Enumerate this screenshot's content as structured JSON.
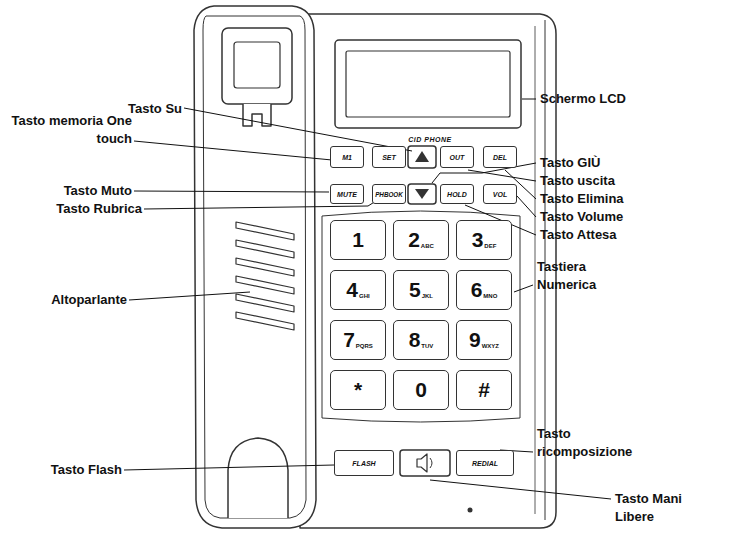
{
  "diagram": {
    "nodes": [
      {
        "text": [
          "M1"
        ]
      },
      {
        "text": [
          "SET"
        ]
      },
      {
        "text": [
          "OUT"
        ]
      },
      {
        "text": [
          "DEL"
        ]
      },
      {
        "text": [
          "MUTE"
        ]
      },
      {
        "text": [
          "PHBOOK"
        ]
      },
      {
        "text": [
          "HOLD"
        ]
      },
      {
        "text": [
          "VOL"
        ]
      },
      {
        "text": [
          "1"
        ]
      },
      {
        "text": [
          "2",
          "ABC"
        ]
      },
      {
        "text": [
          "3",
          "DEF"
        ]
      },
      {
        "text": [
          "4",
          "GHI"
        ]
      },
      {
        "text": [
          "5",
          "JKL"
        ]
      },
      {
        "text": [
          "6",
          "MNO"
        ]
      },
      {
        "text": [
          "7",
          "PQRS"
        ]
      },
      {
        "text": [
          "8",
          "TUV"
        ]
      },
      {
        "text": [
          "9",
          "WXYZ"
        ]
      },
      {
        "text": [
          "*"
        ]
      },
      {
        "text": [
          "0"
        ]
      },
      {
        "text": [
          "#"
        ]
      },
      {
        "text": [
          "FLASH"
        ]
      },
      {
        "text": [
          "REDIAL"
        ]
      }
    ],
    "labels": [
      "Tasto Su",
      "Tasto memoria One touch",
      "Tasto Muto",
      "Tasto Rubrica",
      "Altoparlante",
      "Tasto Flash",
      "Schermo LCD",
      "CiD PHONE",
      "Tasto GIÙ",
      "Tasto uscita",
      "Tasto Elimina",
      "Tasto Volume",
      "Tasto Attesa",
      "Tastiera Numerica",
      "Tasto ricomposizione",
      "Tasto Mani Libere"
    ]
  }
}
